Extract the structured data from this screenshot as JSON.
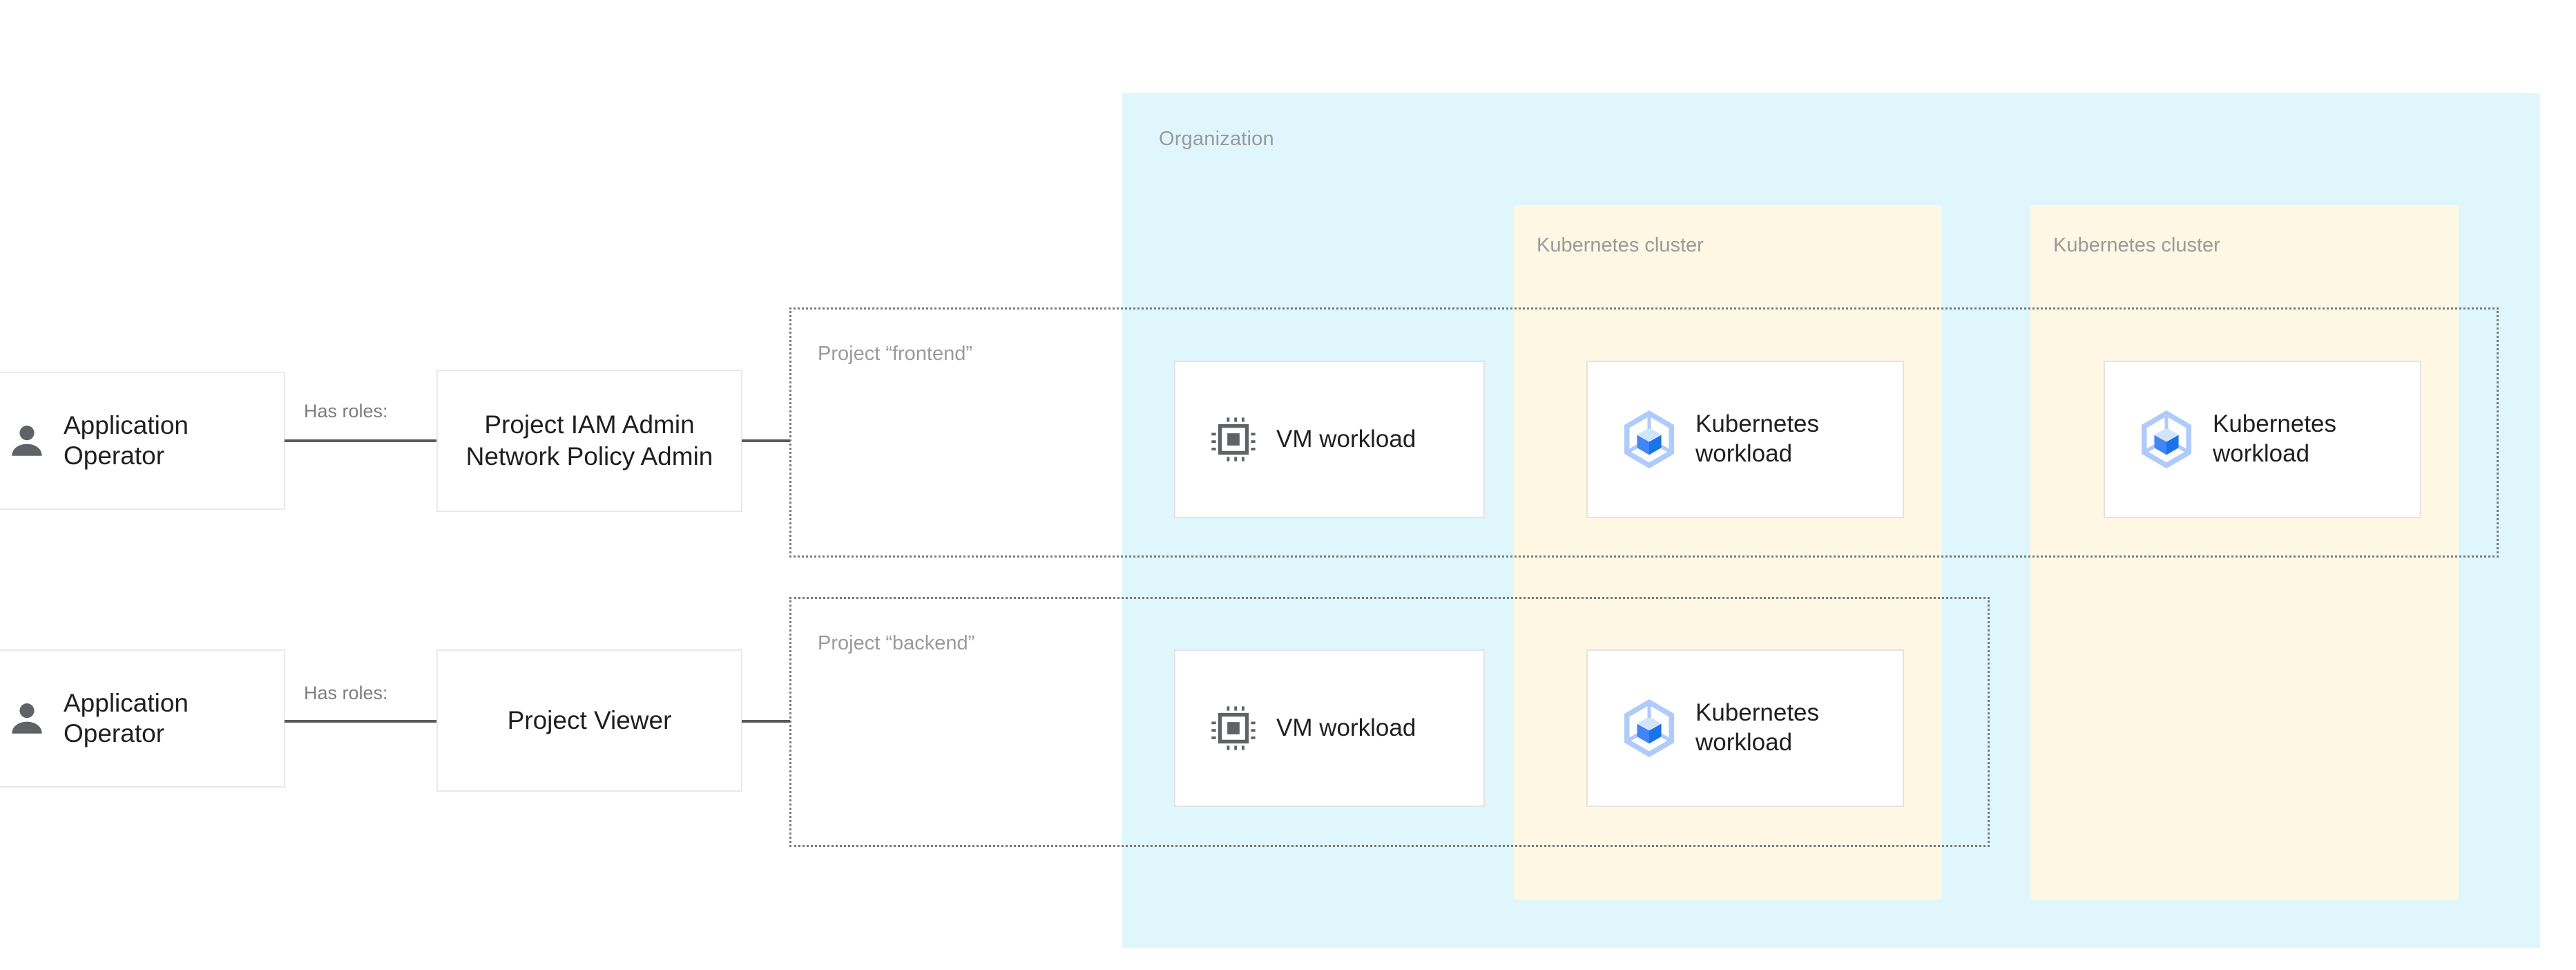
{
  "diagram": {
    "organization": {
      "label": "Organization",
      "bg_color": "#dff6fd"
    },
    "clusters": [
      {
        "label": "Kubernetes cluster",
        "bg_color": "#fef7e3"
      },
      {
        "label": "Kubernetes cluster",
        "bg_color": "#fef7e3"
      }
    ],
    "projects": [
      {
        "label": "Project “frontend”"
      },
      {
        "label": "Project “backend”"
      }
    ],
    "rows": [
      {
        "persona": {
          "label": "Application Operator",
          "icon": "person-icon"
        },
        "edge_label": "Has roles:",
        "role": {
          "label": "Project IAM Admin Network Policy Admin"
        }
      },
      {
        "persona": {
          "label": "Application Operator",
          "icon": "person-icon"
        },
        "edge_label": "Has roles:",
        "role": {
          "label": "Project Viewer"
        }
      }
    ],
    "workloads": [
      {
        "id": "vm-frontend",
        "label": "VM workload",
        "icon": "chip-icon"
      },
      {
        "id": "k8s-frontend-a",
        "label": "Kubernetes workload",
        "icon": "kubernetes-cube-icon"
      },
      {
        "id": "k8s-frontend-b",
        "label": "Kubernetes workload",
        "icon": "kubernetes-cube-icon"
      },
      {
        "id": "vm-backend",
        "label": "VM workload",
        "icon": "chip-icon"
      },
      {
        "id": "k8s-backend-a",
        "label": "Kubernetes workload",
        "icon": "kubernetes-cube-icon"
      }
    ],
    "colors": {
      "organization_bg": "#dff6fd",
      "cluster_bg": "#fef7e3",
      "card_border": "#e3e3e3",
      "muted_text": "#9a9a9a",
      "connector": "#5a5a5a",
      "k8s_icon_blue": "#4285f4",
      "k8s_icon_light": "#aecbfa"
    }
  }
}
